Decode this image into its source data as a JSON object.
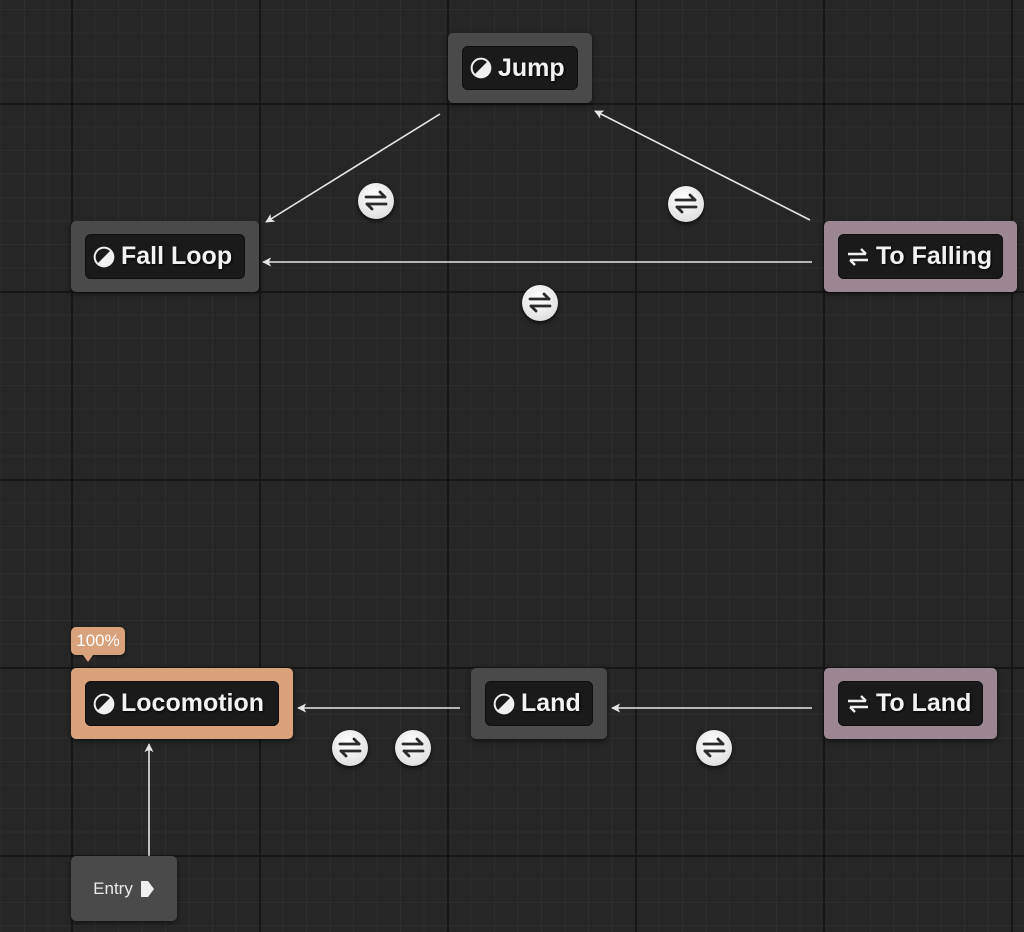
{
  "graph": {
    "nodes": {
      "jump": {
        "label": "Jump",
        "kind": "state",
        "icon": "state-icon"
      },
      "fall_loop": {
        "label": "Fall Loop",
        "kind": "state",
        "icon": "state-icon"
      },
      "to_falling": {
        "label": "To Falling",
        "kind": "conduit",
        "icon": "conduit-icon"
      },
      "locomotion": {
        "label": "Locomotion",
        "kind": "state",
        "icon": "state-icon",
        "active": true,
        "weight_badge": "100%"
      },
      "land": {
        "label": "Land",
        "kind": "state",
        "icon": "state-icon"
      },
      "to_land": {
        "label": "To Land",
        "kind": "conduit",
        "icon": "conduit-icon"
      },
      "entry": {
        "label": "Entry",
        "icon": "entry-arrow-icon"
      }
    },
    "transitions": [
      {
        "from": "Jump",
        "to": "Fall Loop",
        "icon": "transition-rule-icon"
      },
      {
        "from": "To Falling",
        "to": "Jump",
        "icon": "transition-rule-icon"
      },
      {
        "from": "To Falling",
        "to": "Fall Loop",
        "icon": "transition-rule-icon"
      },
      {
        "from": "Land",
        "to": "Locomotion",
        "icon": "transition-rule-icon"
      },
      {
        "from": "To Land",
        "to": "Land",
        "icon": "transition-rule-icon"
      },
      {
        "from": "Entry",
        "to": "Locomotion"
      }
    ],
    "colors": {
      "background": "#262626",
      "state_node": "#4a4a4a",
      "conduit_node": "#9b8792",
      "active_node": "#d9a27b",
      "wire": "#e6e6e6"
    }
  }
}
